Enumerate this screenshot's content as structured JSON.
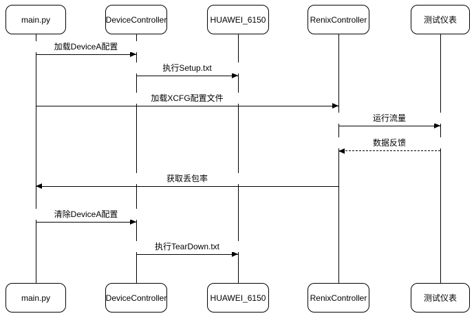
{
  "diagram": {
    "type": "uml-sequence-diagram",
    "colors": {
      "background": "#ffffff",
      "line": "#000000",
      "box_fill": "#ffffff",
      "box_border": "#000000",
      "text": "#000000"
    },
    "participants": [
      {
        "label": "main.py"
      },
      {
        "label": "DeviceController"
      },
      {
        "label": "HUAWEI_6150"
      },
      {
        "label": "RenixController"
      },
      {
        "label": "测试仪表"
      }
    ],
    "messages": [
      {
        "label": "加载DeviceA配置",
        "from": "main.py",
        "to": "DeviceController",
        "direction": "right",
        "style": "solid"
      },
      {
        "label": "执行Setup.txt",
        "from": "DeviceController",
        "to": "HUAWEI_6150",
        "direction": "right",
        "style": "solid"
      },
      {
        "label": "加载XCFG配置文件",
        "from": "main.py",
        "to": "RenixController",
        "direction": "right",
        "style": "solid"
      },
      {
        "label": "运行流量",
        "from": "RenixController",
        "to": "测试仪表",
        "direction": "right",
        "style": "solid"
      },
      {
        "label": "数据反馈",
        "from": "测试仪表",
        "to": "RenixController",
        "direction": "left",
        "style": "dashed"
      },
      {
        "label": "获取丢包率",
        "from": "RenixController",
        "to": "main.py",
        "direction": "left",
        "style": "solid"
      },
      {
        "label": "清除DeviceA配置",
        "from": "main.py",
        "to": "DeviceController",
        "direction": "right",
        "style": "solid"
      },
      {
        "label": "执行TearDown.txt",
        "from": "DeviceController",
        "to": "HUAWEI_6150",
        "direction": "right",
        "style": "solid"
      }
    ]
  }
}
